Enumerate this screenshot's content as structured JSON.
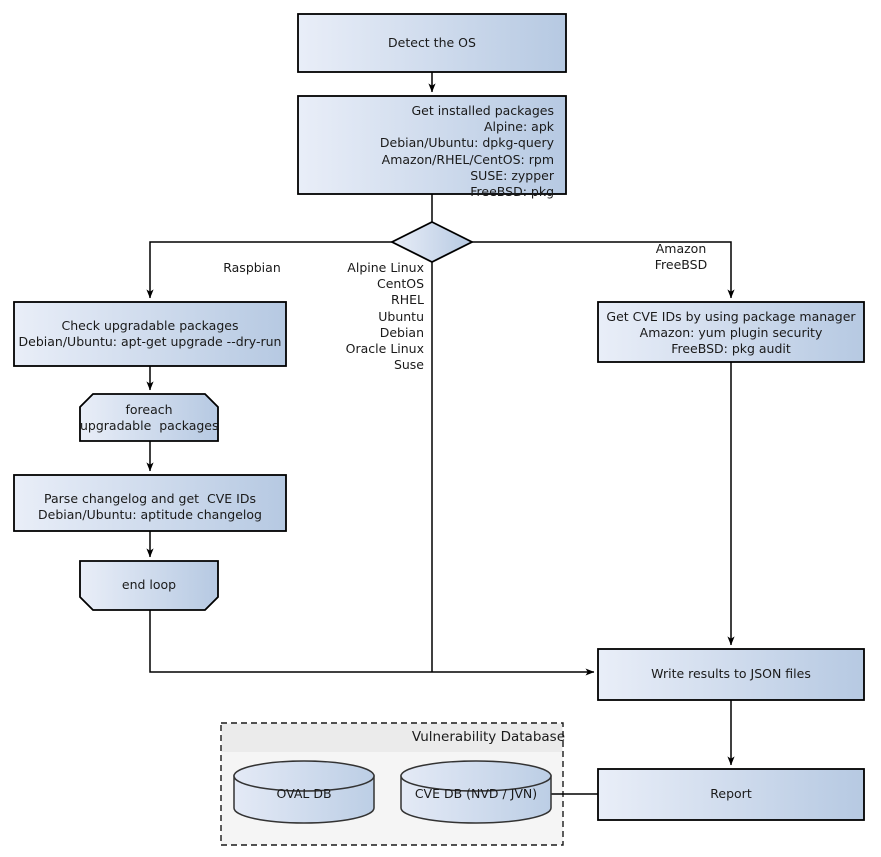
{
  "diagram": {
    "type": "flowchart",
    "title": "Vulnerability scan flow",
    "colors": {
      "node_fill_light": "#e8edf7",
      "node_fill_dark": "#b6c9e2",
      "node_stroke": "#000000",
      "group_fill": "#f5f5f5",
      "group_title_band": "#ebebeb",
      "group_stroke": "#1a1a1a",
      "edge_stroke": "#000000",
      "text": "#1a1a1a"
    },
    "nodes": [
      {
        "id": "detect-os",
        "label": "Detect the OS",
        "shape": "rect",
        "align": "center"
      },
      {
        "id": "get-packages",
        "label": "Get installed packages\nAlpine: apk\nDebian/Ubuntu: dpkg-query\nAmazon/RHEL/CentOS: rpm\nSUSE: zypper\nFreeBSD: pkg",
        "shape": "rect",
        "align": "right"
      },
      {
        "id": "os-branch",
        "label": "",
        "shape": "diamond",
        "align": "center"
      },
      {
        "id": "check-upgradable",
        "label": "Check upgradable packages\nDebian/Ubuntu: apt-get upgrade --dry-run",
        "shape": "rect",
        "align": "center"
      },
      {
        "id": "foreach-loop",
        "label": "foreach\nupgradable  packages",
        "shape": "loop-start",
        "align": "center"
      },
      {
        "id": "parse-changelog",
        "label": "Parse changelog and get  CVE IDs\nDebian/Ubuntu: aptitude changelog",
        "shape": "rect",
        "align": "center"
      },
      {
        "id": "end-loop",
        "label": "end loop",
        "shape": "loop-end",
        "align": "center"
      },
      {
        "id": "get-cve-ids",
        "label": "Get CVE IDs by using package manager\nAmazon: yum plugin security\nFreeBSD: pkg audit",
        "shape": "rect",
        "align": "center"
      },
      {
        "id": "write-json",
        "label": "Write results to JSON files",
        "shape": "rect",
        "align": "center"
      },
      {
        "id": "report",
        "label": "Report",
        "shape": "rect",
        "align": "center"
      },
      {
        "id": "oval-db",
        "label": "OVAL DB",
        "shape": "cylinder",
        "align": "center"
      },
      {
        "id": "cve-db",
        "label": "CVE DB (NVD / JVN)",
        "shape": "cylinder",
        "align": "center"
      }
    ],
    "group": {
      "id": "vulnerability-database",
      "title": "Vulnerability Database",
      "members": [
        "oval-db",
        "cve-db"
      ]
    },
    "edge_labels": [
      {
        "id": "branch-raspbian",
        "text": "Raspbian",
        "align": "center"
      },
      {
        "id": "branch-middle",
        "text": "Alpine Linux\nCentOS\nRHEL\nUbuntu\nDebian\nOracle Linux\nSuse",
        "align": "right"
      },
      {
        "id": "branch-right",
        "text": "Amazon\nFreeBSD",
        "align": "center"
      }
    ],
    "edges": [
      {
        "from": "detect-os",
        "to": "get-packages",
        "arrow": true
      },
      {
        "from": "get-packages",
        "to": "os-branch",
        "arrow": false
      },
      {
        "from": "os-branch",
        "to": "check-upgradable",
        "arrow": true,
        "label": "branch-raspbian"
      },
      {
        "from": "os-branch",
        "to": "write-json",
        "arrow": true,
        "label": "branch-middle"
      },
      {
        "from": "os-branch",
        "to": "get-cve-ids",
        "arrow": true,
        "label": "branch-right"
      },
      {
        "from": "check-upgradable",
        "to": "foreach-loop",
        "arrow": true
      },
      {
        "from": "foreach-loop",
        "to": "parse-changelog",
        "arrow": true
      },
      {
        "from": "parse-changelog",
        "to": "end-loop",
        "arrow": true
      },
      {
        "from": "end-loop",
        "to": "write-json",
        "arrow": true
      },
      {
        "from": "get-cve-ids",
        "to": "write-json",
        "arrow": true
      },
      {
        "from": "write-json",
        "to": "report",
        "arrow": true
      },
      {
        "from": "cve-db",
        "to": "report",
        "arrow": false
      }
    ]
  }
}
